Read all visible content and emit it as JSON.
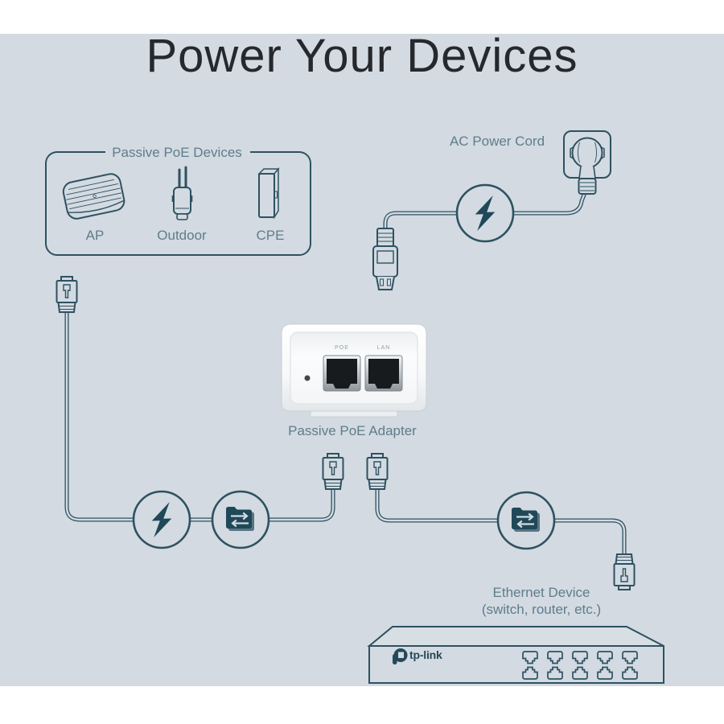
{
  "title": "Power Your Devices",
  "colors": {
    "background": "#d3dae1",
    "line": "#2e5161",
    "accent_dark": "#1f4858",
    "label_text": "#5f7d8c",
    "title_text": "#25282c",
    "device_white": "#fafbfc",
    "port_black": "#181b1e"
  },
  "poe_devices": {
    "box_label": "Passive PoE Devices",
    "devices": [
      {
        "label": "AP",
        "icon": "ceiling-ap"
      },
      {
        "label": "Outdoor",
        "icon": "outdoor-ap"
      },
      {
        "label": "CPE",
        "icon": "cpe-unit"
      }
    ]
  },
  "ac_power_cord": {
    "label": "AC Power Cord"
  },
  "adapter": {
    "label": "Passive PoE Adapter",
    "port_left": "POE",
    "port_right": "LAN"
  },
  "ethernet_device": {
    "label_line1": "Ethernet Device",
    "label_line2": "(switch, router, etc.)"
  },
  "switch": {
    "brand": "tp-link"
  },
  "icons": {
    "power": "lightning-bolt",
    "data_transfer": "folder-with-arrows",
    "connector": "rj45-plug",
    "wall": "euro-socket-and-plug"
  }
}
